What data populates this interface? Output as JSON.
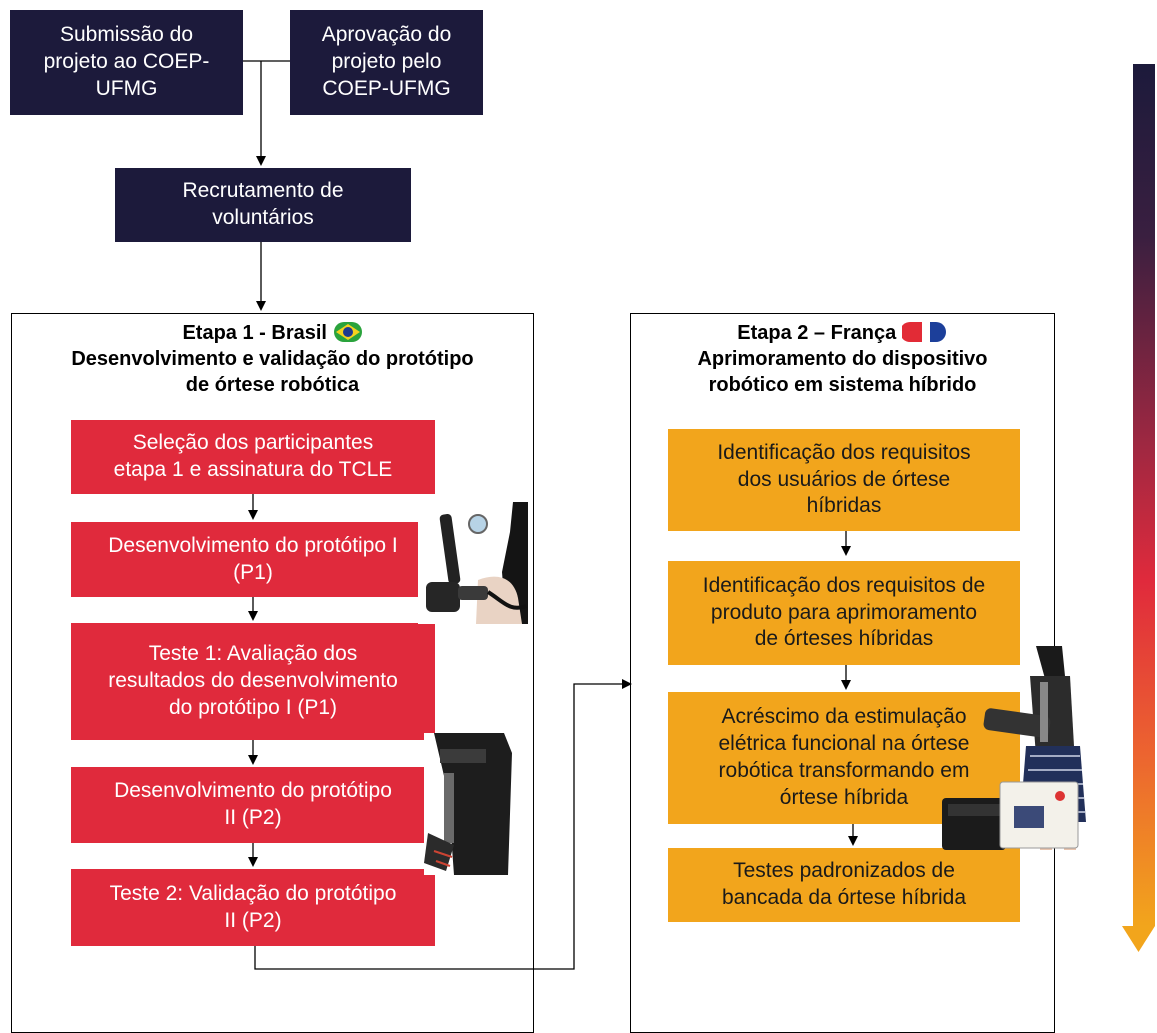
{
  "top": {
    "submission": "Submissão do\nprojeto ao COEP-\nUFMG",
    "approval": "Aprovação do\nprojeto pelo\nCOEP-UFMG",
    "recruitment": "Recrutamento de\nvoluntários"
  },
  "stage1": {
    "title": "Etapa 1 - Brasil",
    "subtitle_line1": "Desenvolvimento e validação do protótipo",
    "subtitle_line2": "de órtese robótica",
    "steps": [
      "Seleção dos participantes\netapa 1 e assinatura do TCLE",
      "Desenvolvimento do protótipo I\n(P1)",
      "Teste 1: Avaliação dos\nresultados do desenvolvimento\ndo protótipo I (P1)",
      "Desenvolvimento do protótipo\nII (P2)",
      "Teste 2: Validação do protótipo\nII (P2)"
    ]
  },
  "stage2": {
    "title": "Etapa 2 – França",
    "subtitle_line1": "Aprimoramento do dispositivo",
    "subtitle_line2": "robótico em sistema híbrido",
    "steps": [
      "Identificação dos requisitos\ndos usuários de órtese\nhíbridas",
      "Identificação dos requisitos de\nproduto para aprimoramento\nde órteses híbridas",
      "Acréscimo da estimulação\nelétrica funcional na órtese\nrobótica transformando em\nórtese híbrida",
      "Testes padronizados de\nbancada da órtese híbrida"
    ]
  },
  "colors": {
    "navy": "#1c1a3b",
    "red": "#e02a3c",
    "orange": "#f2a51c",
    "timeline_top": "#1c1a3b",
    "timeline_mid": "#e02a3c",
    "timeline_bottom": "#f2a51c"
  },
  "icons": {
    "brazil_flag": "brazil-flag-icon",
    "france_flag": "france-flag-icon",
    "timeline_arrow": "timeline-arrow-icon"
  }
}
